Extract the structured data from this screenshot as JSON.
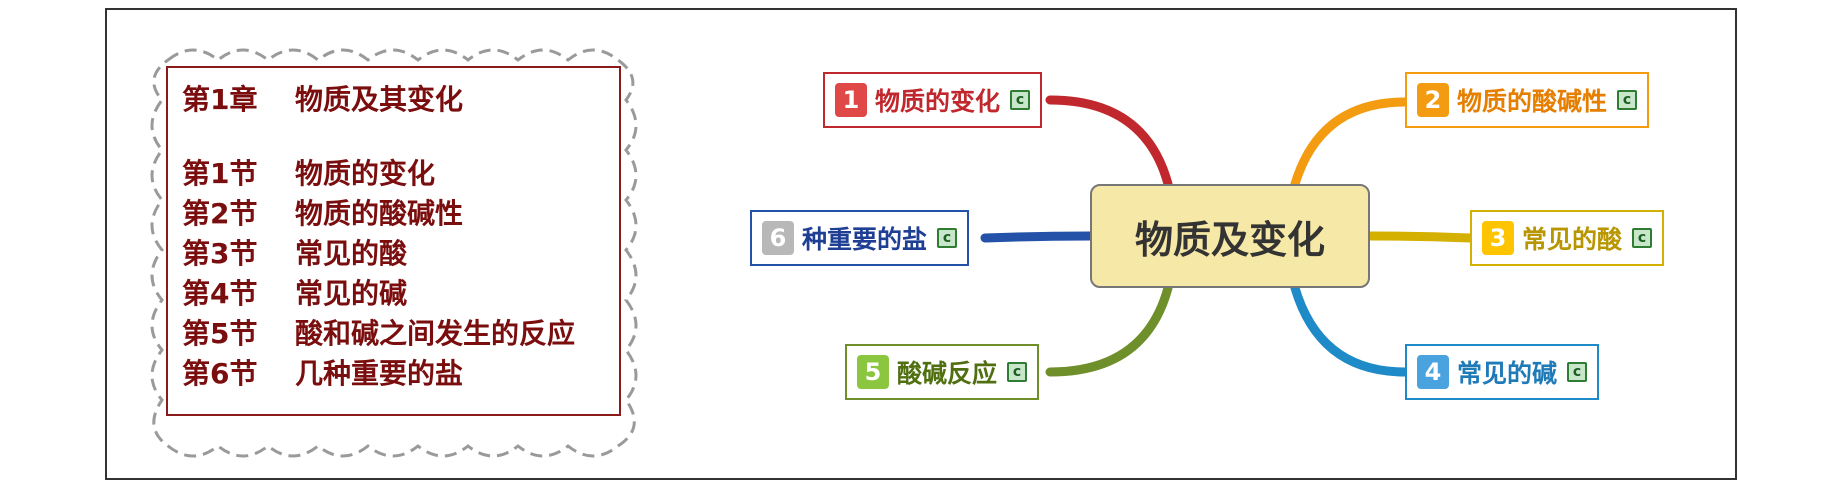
{
  "outline": {
    "chapter": {
      "num": "第1章",
      "title": "物质及其变化"
    },
    "sections": [
      {
        "num": "第1节",
        "title": "物质的变化"
      },
      {
        "num": "第2节",
        "title": "物质的酸碱性"
      },
      {
        "num": "第3节",
        "title": "常见的酸"
      },
      {
        "num": "第4节",
        "title": "常见的碱"
      },
      {
        "num": "第5节",
        "title": "酸和碱之间发生的反应"
      },
      {
        "num": "第6节",
        "title": "几种重要的盐"
      }
    ]
  },
  "mindmap": {
    "center": "物质及变化",
    "nodes": [
      {
        "num": "1",
        "label": "物质的变化",
        "color": "#c0282d",
        "icon": "c-icon"
      },
      {
        "num": "2",
        "label": "物质的酸碱性",
        "color": "#f39c12",
        "icon": "c-icon"
      },
      {
        "num": "3",
        "label": "常见的酸",
        "color": "#d4b000",
        "icon": "c-icon"
      },
      {
        "num": "4",
        "label": "常见的碱",
        "color": "#1f8ac8",
        "icon": "c-icon"
      },
      {
        "num": "5",
        "label": "酸碱反应",
        "color": "#6f8f2a",
        "icon": "c-icon"
      },
      {
        "num": "6",
        "label": "种重要的盐",
        "color": "#2452a8",
        "icon": "c-icon"
      }
    ],
    "icon_glyph": "c"
  }
}
